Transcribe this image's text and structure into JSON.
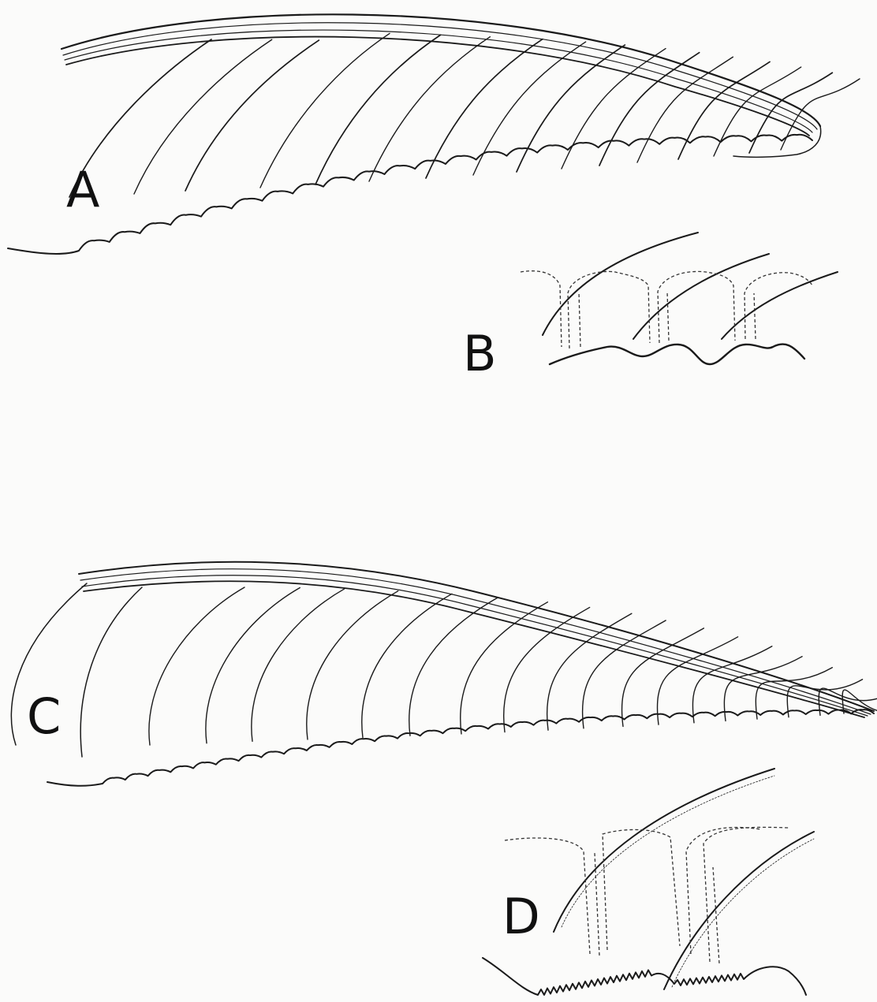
{
  "figure": {
    "panels": [
      {
        "id": "A",
        "label": "A"
      },
      {
        "id": "B",
        "label": "B"
      },
      {
        "id": "C",
        "label": "C"
      },
      {
        "id": "D",
        "label": "D"
      }
    ],
    "colors": {
      "ink": "#1a1a1a",
      "paper": "#fbfbfa"
    }
  }
}
